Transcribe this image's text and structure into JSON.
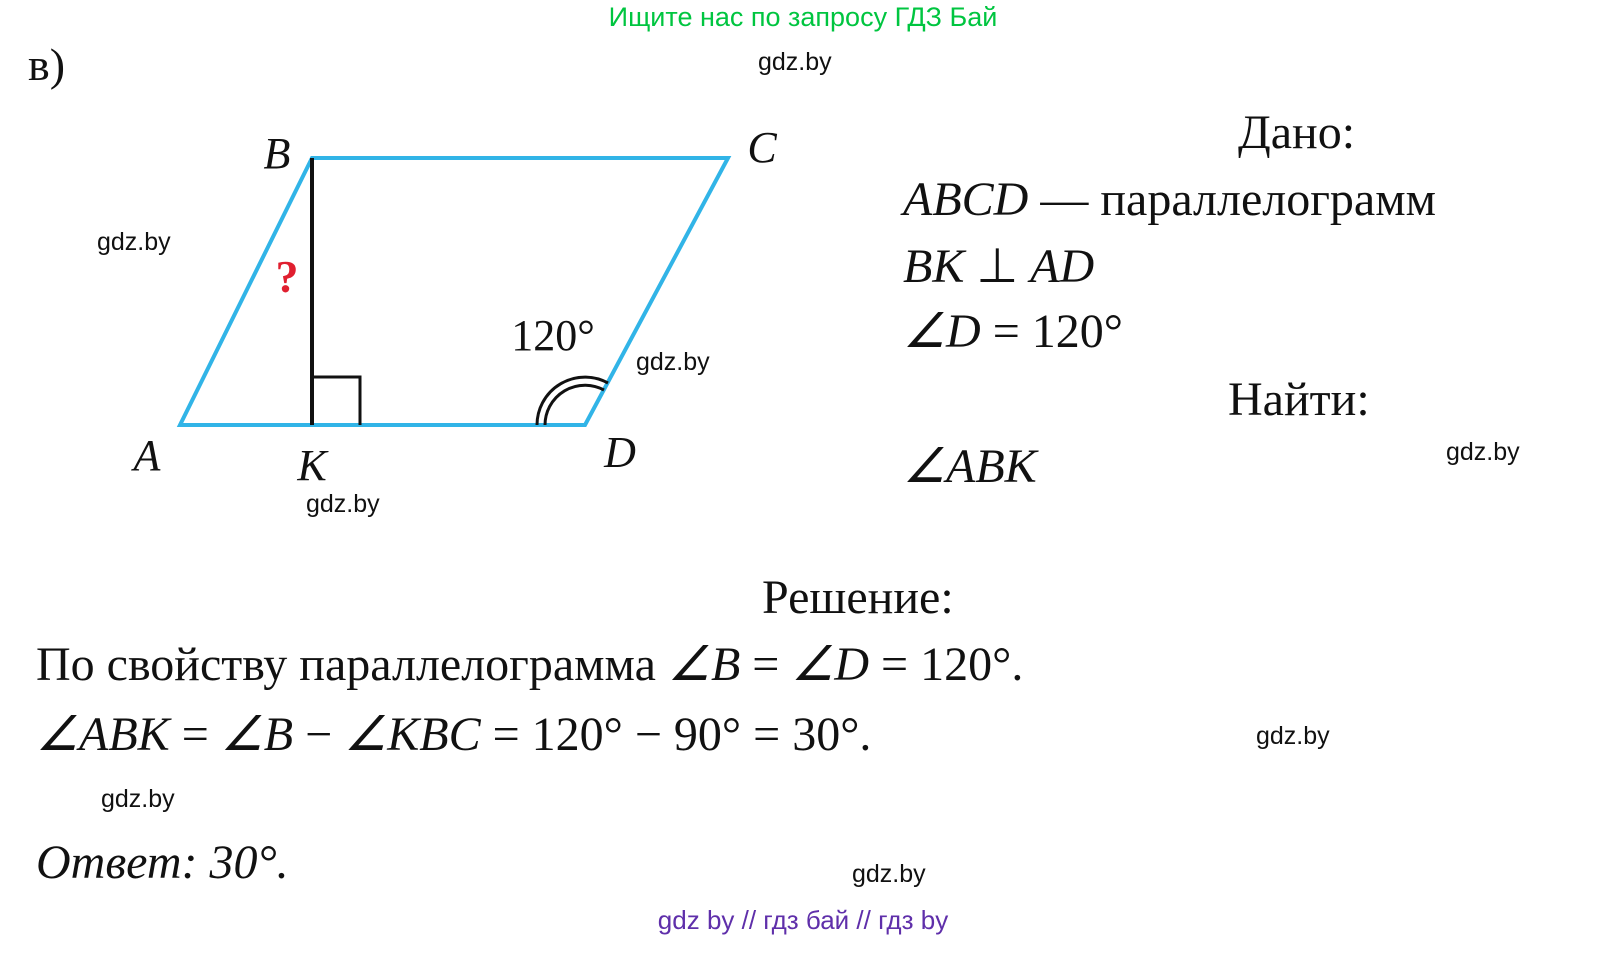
{
  "promo": {
    "text": "Ищите нас по запросу ГДЗ Бай",
    "color": "#00c540"
  },
  "part_label": "в)",
  "watermark": "gdz.by",
  "footer": {
    "text": "gdz by  //  гдз бай  //  гдз by",
    "color": "#5f2faa"
  },
  "diagram": {
    "vertex_a": "A",
    "vertex_b": "B",
    "vertex_c": "C",
    "vertex_d": "D",
    "point_k": "K",
    "angle_label": "120°",
    "question_mark": "?",
    "outline_color": "#31b4e7",
    "line_color": "#111111",
    "question_color": "#e01f2f"
  },
  "given": {
    "title": "Дано:",
    "line1": {
      "math": "ABCD",
      "rest": " — параллелограмм"
    },
    "line2": {
      "m1": "BK",
      "sym": " ⊥ ",
      "m2": "AD"
    },
    "line3": {
      "math": "∠D",
      "rest": " = 120°"
    },
    "find_title": "Найти:",
    "find_value": "∠ABK"
  },
  "solution": {
    "title": "Решение:",
    "line1": {
      "t1": "По свойству параллелограмма ",
      "m1": "∠B",
      "t2": " = ",
      "m2": "∠D",
      "t3": " = 120°."
    },
    "line2": {
      "m1": "∠ABK",
      "t1": " = ",
      "m2": "∠B",
      "t2": " − ",
      "m3": "∠KBC",
      "t3": " = 120° − 90° = 30°."
    },
    "answer": "Ответ: 30°."
  }
}
